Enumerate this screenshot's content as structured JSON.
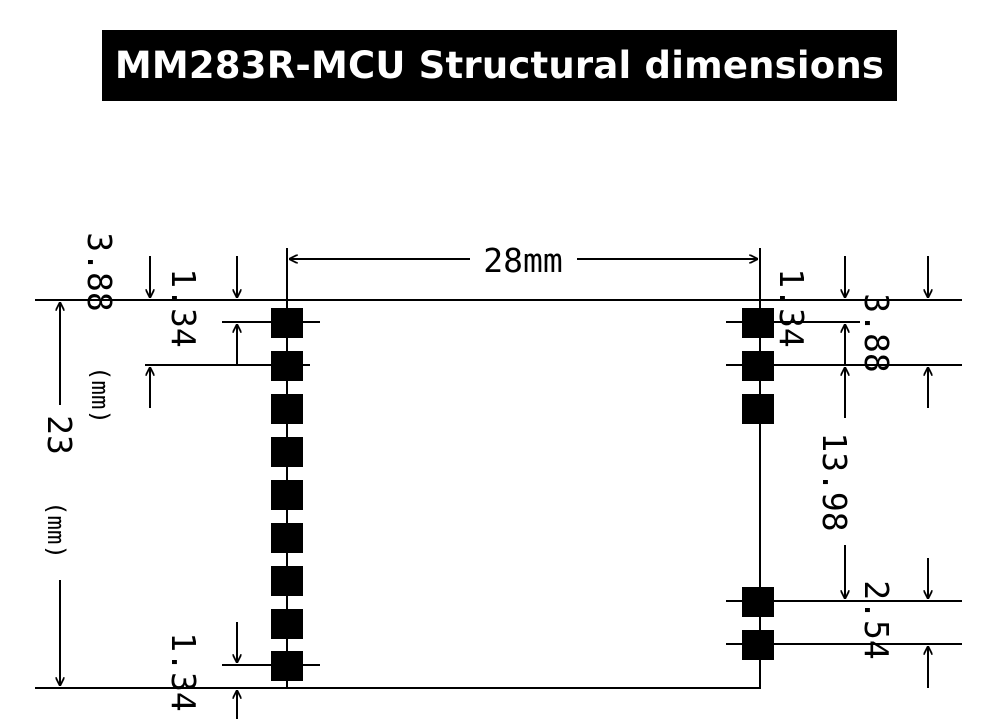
{
  "title": "MM283R-MCU Structural dimensions",
  "dimensions": {
    "width": "28mm",
    "height_value": "23",
    "height_unit": "(mm)",
    "top_offset_left_value": "3.88",
    "top_offset_left_unit": "(mm)",
    "pad_top_left": "1.34",
    "pad_top_right": "1.34",
    "pad_bottom_left": "1.34",
    "right_top_gap": "3.88",
    "right_span": "13.98",
    "right_pitch": "2.54"
  }
}
